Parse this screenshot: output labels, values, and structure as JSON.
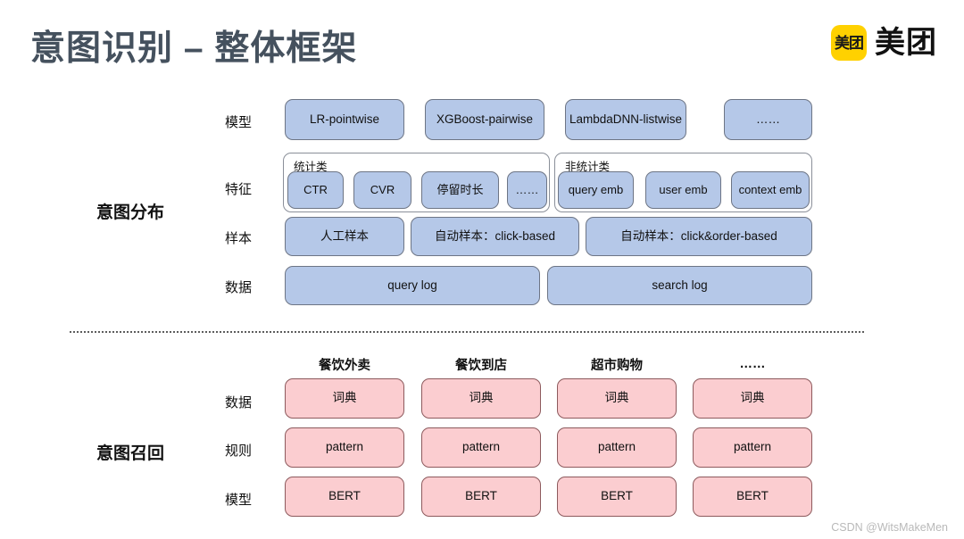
{
  "header": {
    "title": "意图识别 – 整体框架",
    "brand_mark_text": "美团",
    "brand_word": "美团"
  },
  "sections": {
    "intent_distribution": {
      "label": "意图分布",
      "rows": [
        {
          "label": "模型",
          "items": [
            {
              "text": "LR-pointwise"
            },
            {
              "text": "XGBoost-pairwise"
            },
            {
              "text": "LambdaDNN-listwise"
            },
            {
              "text": "……"
            }
          ]
        },
        {
          "label": "特征",
          "groups": [
            {
              "label": "统计类",
              "items": [
                {
                  "text": "CTR"
                },
                {
                  "text": "CVR"
                },
                {
                  "text": "停留时长"
                },
                {
                  "text": "……"
                }
              ]
            },
            {
              "label": "非统计类",
              "items": [
                {
                  "text": "query emb"
                },
                {
                  "text": "user emb"
                },
                {
                  "text": "context emb"
                }
              ]
            }
          ]
        },
        {
          "label": "样本",
          "items": [
            {
              "text": "人工样本"
            },
            {
              "text": "自动样本：click-based"
            },
            {
              "text": "自动样本：click&order-based"
            }
          ]
        },
        {
          "label": "数据",
          "items": [
            {
              "text": "query log"
            },
            {
              "text": "search log"
            }
          ]
        }
      ]
    },
    "intent_recall": {
      "label": "意图召回",
      "column_headers": [
        "餐饮外卖",
        "餐饮到店",
        "超市购物",
        "……"
      ],
      "rows": [
        {
          "label": "数据",
          "items": [
            "词典",
            "词典",
            "词典",
            "词典"
          ]
        },
        {
          "label": "规则",
          "items": [
            "pattern",
            "pattern",
            "pattern",
            "pattern"
          ]
        },
        {
          "label": "模型",
          "items": [
            "BERT",
            "BERT",
            "BERT",
            "BERT"
          ]
        }
      ]
    }
  },
  "watermark": "CSDN @WitsMakeMen",
  "colors": {
    "title": "#45515e",
    "brand_yellow": "#ffd100",
    "box_blue_fill": "#b5c8e8",
    "box_blue_border": "#6d7585",
    "box_pink_fill": "#fbcdd0",
    "box_pink_border": "#8d5a5d",
    "divider": "#5d5d5d"
  }
}
